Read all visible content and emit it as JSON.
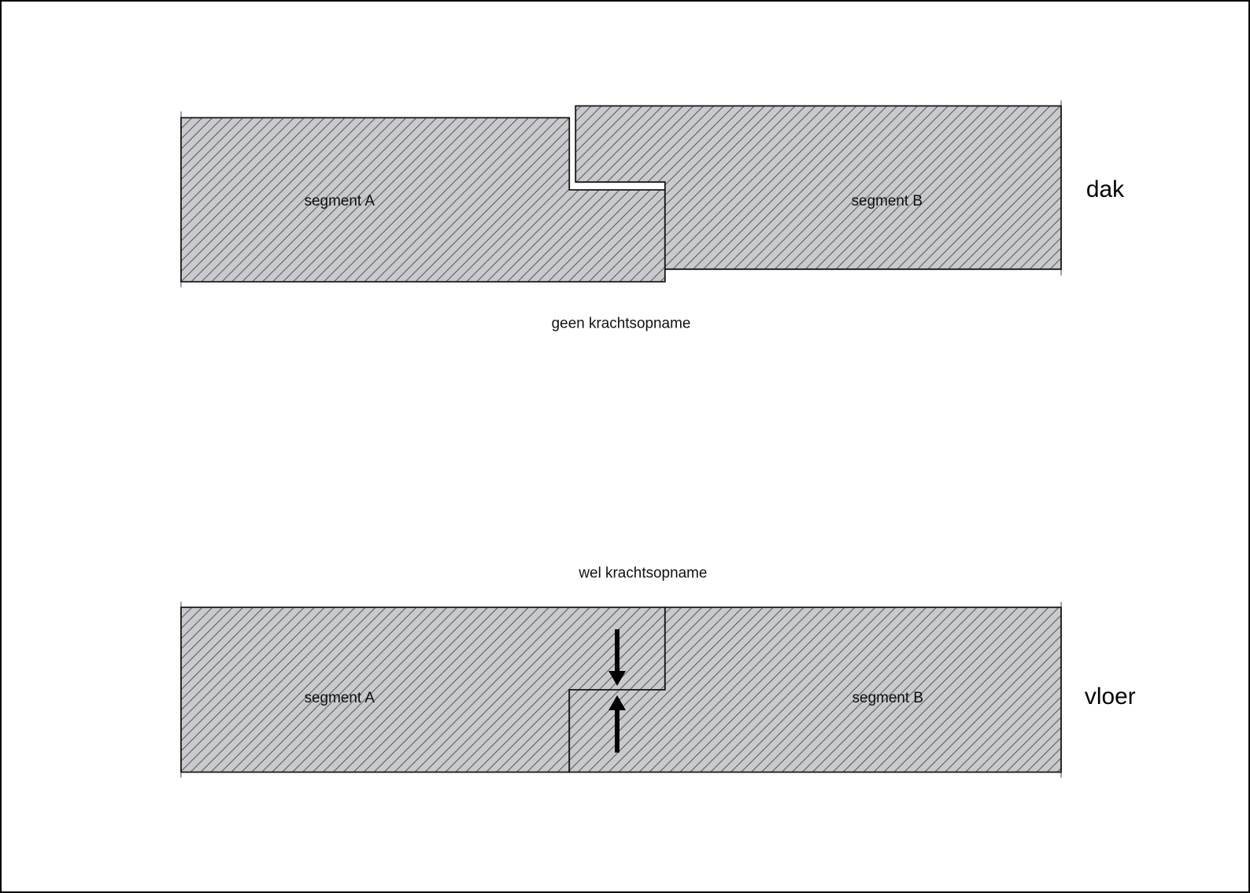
{
  "figure": {
    "type": "technical-cross-section-diagram",
    "language": "nl"
  },
  "roof_diagram": {
    "segment_a_label": "segment A",
    "segment_b_label": "segment B",
    "side_label": "dak",
    "caption": "geen krachtsopname",
    "joint_state": "gap between stepped joint, segments not touching"
  },
  "floor_diagram": {
    "segment_a_label": "segment A",
    "segment_b_label": "segment B",
    "side_label": "vloer",
    "caption": "wel krachtsopname",
    "joint_state": "stepped joint in contact, opposing arrows at contact plane",
    "icons": [
      "down-arrow",
      "up-arrow"
    ]
  },
  "colors": {
    "background": "#ffffff",
    "frame_border": "#000000",
    "slab_fill": "#c9cacd",
    "hatch_line": "#55565a",
    "outline": "#151515",
    "arrow": "#000000",
    "extent_tick": "#444444"
  }
}
